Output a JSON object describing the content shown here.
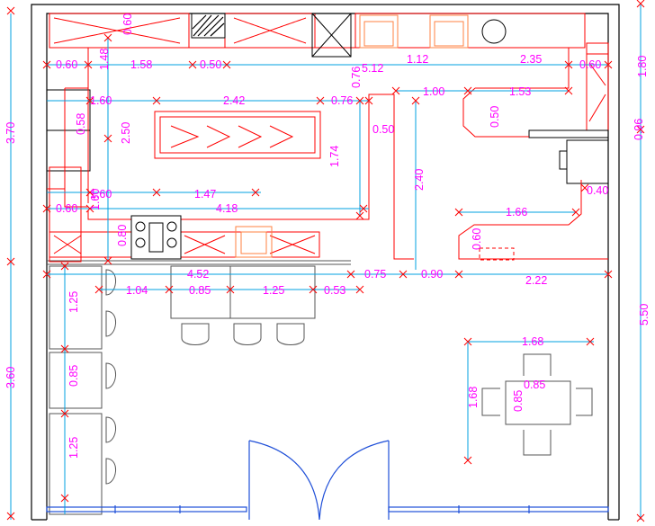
{
  "labels": {
    "top_a": "0.60",
    "top_b": "1.12",
    "top_c": "2.35",
    "r1_a": "0.60",
    "r1_b": "1.48",
    "r1_c": "1.58",
    "r1_d": "0.50",
    "r1_e": "0.76",
    "r1_f": "5.12",
    "r1_g": "0.60",
    "r2_a": "1.60",
    "r2_b": "2.42",
    "r2_c": "0.76",
    "r2_d": "1.00",
    "r2_e": "1.53",
    "v_058": "0.58",
    "v_250": "2.50",
    "v_050a": "0.50",
    "v_050b": "0.50",
    "v_174": "1.74",
    "v_240": "2.40",
    "r3_a": "1.60",
    "r3_b": "1.47",
    "r3_c": "0.40",
    "r4_a": "0.60",
    "r4_b": "1.60",
    "r4_c": "4.18",
    "r4_d": "1.66",
    "v_080": "0.80",
    "v_060": "0.60",
    "r5_a": "4.52",
    "r5_b": "0.75",
    "r5_c": "0.90",
    "r5_d": "2.22",
    "r6_a": "1.04",
    "r6_b": "0.85",
    "r6_c": "1.25",
    "r6_d": "0.53",
    "left_370": "3.70",
    "left_360": "3.60",
    "right_180": "1.80",
    "right_550": "5.50",
    "right_096": "0.96",
    "seat_125a": "1.25",
    "seat_085": "0.85",
    "seat_125b": "1.25",
    "table_168h": "1.68",
    "table_168v": "1.68",
    "table_085h": "0.85",
    "table_085v": "0.85"
  },
  "colors": {
    "dimension_text": "#ff00ff",
    "wall": "#000000",
    "counter": "#ff0000",
    "dimension_line": "#00a0e0",
    "window": "#1f4fd8",
    "sink": "#ff8040"
  }
}
